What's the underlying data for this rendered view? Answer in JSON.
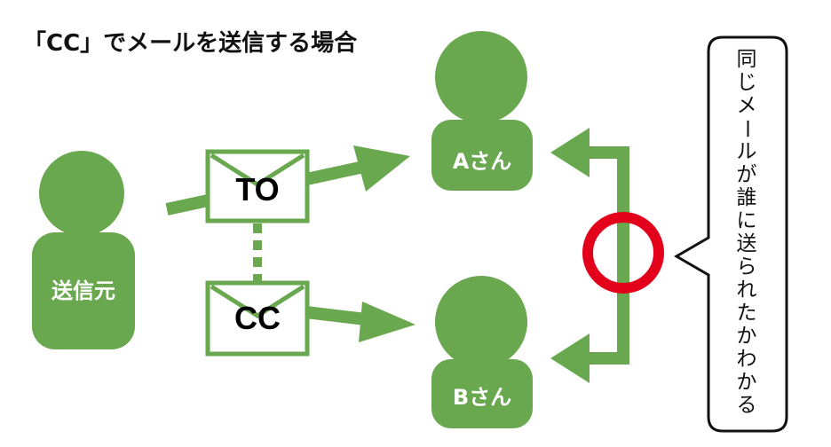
{
  "title": "「CC」でメールを送信する場合",
  "sender": {
    "label": "送信元"
  },
  "recipients": [
    {
      "label": "Aさん"
    },
    {
      "label": "Bさん"
    }
  ],
  "envelopes": [
    {
      "label": "TO"
    },
    {
      "label": "CC"
    }
  ],
  "callout": {
    "text": "同じメールが誰に送られたかわかる"
  },
  "colors": {
    "green": "#6aa84f",
    "red": "#e3001b",
    "outline": "#111111",
    "background": "#ffffff"
  }
}
